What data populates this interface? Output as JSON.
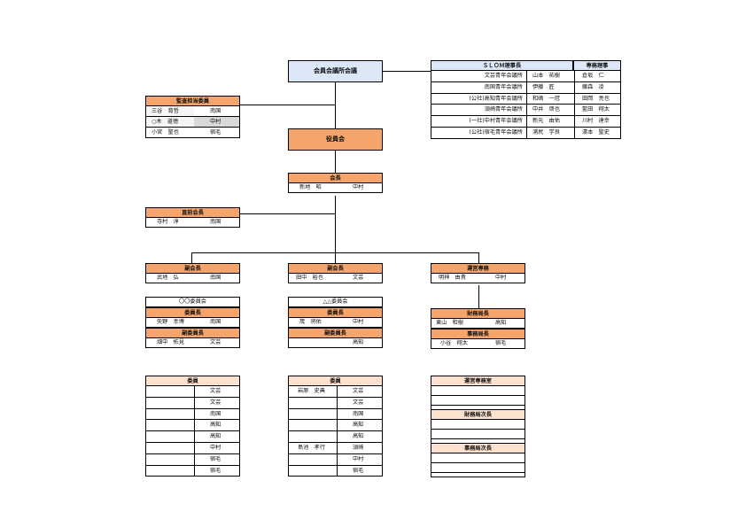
{
  "top_box": "会員会議所会議",
  "jc_table": {
    "header_left": "ＳＬＯＭ理事長",
    "header_right": "専務理事",
    "rows": [
      {
        "org": "文芸青年会議所",
        "p1": "山本　祐樹",
        "p2": "倉坂　仁"
      },
      {
        "org": "南国青年会議所",
        "p1": "伊藤　匠",
        "p2": "藤森　凌"
      },
      {
        "org": "(公社)高知青年会議所",
        "p1": "和嶋　一冠",
        "p2": "田岡　亮也"
      },
      {
        "org": "須崎青年会議所",
        "p1": "中井　啓也",
        "p2": "藍田　翔太"
      },
      {
        "org": "(一社)中村青年会議所",
        "p1": "新元　由佑",
        "p2": "川村　達幸"
      },
      {
        "org": "(公社)宿毛青年会議所",
        "p1": "浦尻　学良",
        "p2": "濱本　聖史"
      }
    ]
  },
  "auditors": {
    "title": "監査担当委員",
    "rows": [
      {
        "name": "三谷　育哲",
        "org": "南国"
      },
      {
        "name": "○木　道徳",
        "org": "中村"
      },
      {
        "name": "小宮　聖也",
        "org": "宿毛"
      }
    ]
  },
  "board": "役員会",
  "president": {
    "title": "会長",
    "name": "新地　昭",
    "org": "中村"
  },
  "advisor": {
    "title": "直前会長",
    "name": "寺村　淳",
    "org": "南国"
  },
  "col1": {
    "vp_title": "副会長",
    "vp_name": "武地　弘",
    "vp_org": "南国",
    "committee": "〇〇委員会",
    "chair_title": "委員長",
    "chair_name": "矢野　幸博",
    "chair_org": "南国",
    "vice_title": "副委員長",
    "vice_name": "畑中　拓見",
    "vice_org": "文芸",
    "members_title": "委員",
    "members": [
      {
        "name": "",
        "org": "文芸"
      },
      {
        "name": "",
        "org": "文芸"
      },
      {
        "name": "",
        "org": "南国"
      },
      {
        "name": "",
        "org": "高知"
      },
      {
        "name": "",
        "org": "高知"
      },
      {
        "name": "",
        "org": "中村"
      },
      {
        "name": "",
        "org": "宿毛"
      },
      {
        "name": "",
        "org": "宿毛"
      }
    ]
  },
  "col2": {
    "vp_title": "副会長",
    "vp_name": "田中　裕也",
    "vp_org": "文芸",
    "committee": "△△委員会",
    "chair_title": "委員長",
    "chair_name": "筬　将佑",
    "chair_org": "中村",
    "vice_title": "副委員長",
    "vice_name": "",
    "vice_org": "高知",
    "members_title": "委員",
    "members": [
      {
        "name": "岩原　史典",
        "org": "文芸"
      },
      {
        "name": "",
        "org": "文芸"
      },
      {
        "name": "",
        "org": "南国"
      },
      {
        "name": "",
        "org": "高知"
      },
      {
        "name": "",
        "org": "高知"
      },
      {
        "name": "島池　孝行",
        "org": "須崎"
      },
      {
        "name": "",
        "org": "中村"
      },
      {
        "name": "",
        "org": "宿毛"
      }
    ]
  },
  "col3": {
    "sec_title": "運営専務",
    "sec_name": "明神　由貴",
    "sec_org": "中村",
    "treasurer_title": "財務局長",
    "treasurer_name": "東山　和樹",
    "treasurer_org": "高知",
    "office_title": "事務局長",
    "office_name": "小谷　翔太",
    "office_org": "宿毛",
    "staff1": "運営専務室",
    "staff2": "財務局次長",
    "staff3": "事務局次長"
  }
}
